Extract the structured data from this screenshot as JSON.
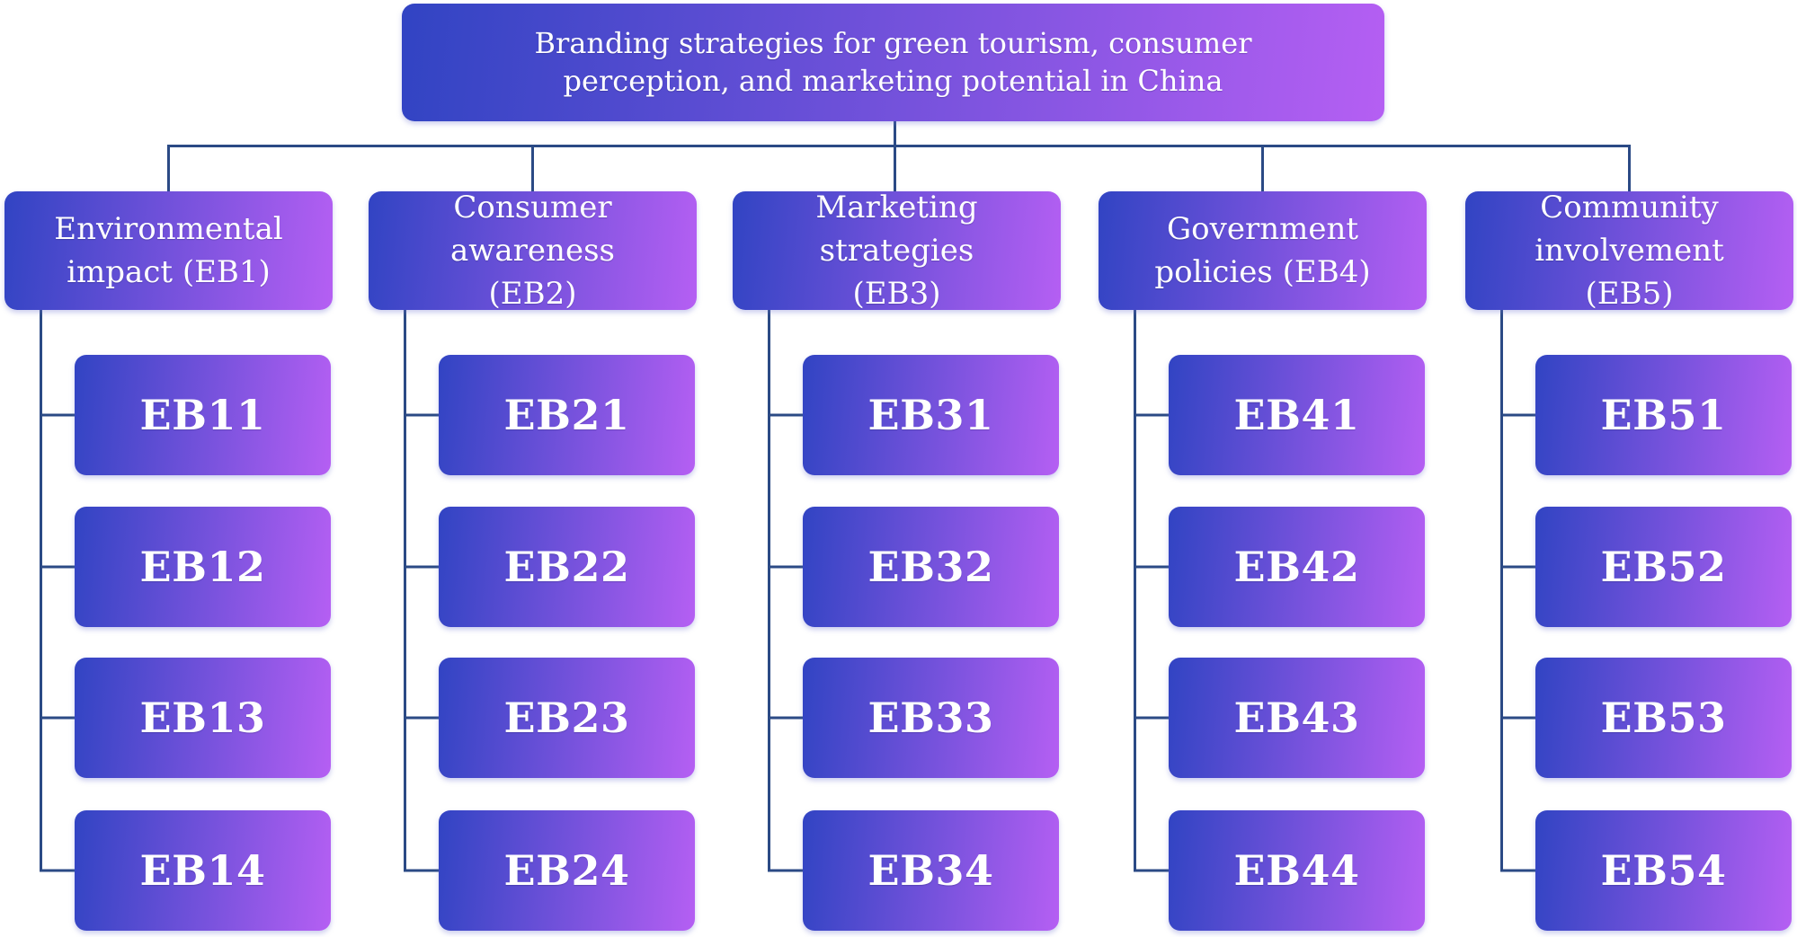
{
  "figure_title": "Branding strategies for green tourism, consumer perception, and marketing potential in China",
  "branches": [
    {
      "label": "Environmental impact (EB1)",
      "children": [
        "EB11",
        "EB12",
        "EB13",
        "EB14"
      ]
    },
    {
      "label": "Consumer awareness (EB2)",
      "children": [
        "EB21",
        "EB22",
        "EB23",
        "EB24"
      ]
    },
    {
      "label": "Marketing strategies (EB3)",
      "children": [
        "EB31",
        "EB32",
        "EB33",
        "EB34"
      ]
    },
    {
      "label": "Government policies (EB4)",
      "children": [
        "EB41",
        "EB42",
        "EB43",
        "EB44"
      ]
    },
    {
      "label": "Community involvement (EB5)",
      "children": [
        "EB51",
        "EB52",
        "EB53",
        "EB54"
      ]
    }
  ],
  "colors": {
    "node_gradient_start": "#3144c3",
    "node_gradient_end": "#b55ff3",
    "connector": "#2b4a85",
    "node_text": "#ffffff",
    "background": "#ffffff"
  }
}
